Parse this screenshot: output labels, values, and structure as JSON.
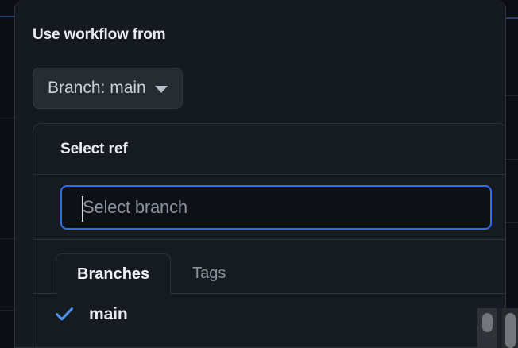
{
  "dialog": {
    "title": "Use workflow from",
    "branch_trigger": {
      "label": "Branch: main",
      "caret_icon": "chevron-down-icon"
    }
  },
  "select_ref": {
    "title": "Select ref",
    "search": {
      "placeholder": "Select branch",
      "value": "",
      "focused": true
    },
    "tabs": [
      {
        "label": "Branches",
        "active": true
      },
      {
        "label": "Tags",
        "active": false
      }
    ],
    "branches": [
      {
        "name": "main",
        "selected": true,
        "check_icon": "check-icon"
      }
    ]
  },
  "scrollbars": {
    "vertical_inner_visible": true,
    "vertical_outer_visible": true
  },
  "colors": {
    "page_background": "#0b0e14",
    "dialog_background": "#151a21",
    "panel_background": "#161b22",
    "input_background": "#0d1117",
    "border": "#2d333b",
    "accent_focus": "#2f6feb",
    "accent_check": "#4e93f0",
    "text_primary": "#e8ecf2",
    "text_muted": "#8b949e",
    "trigger_background": "#272c33"
  }
}
